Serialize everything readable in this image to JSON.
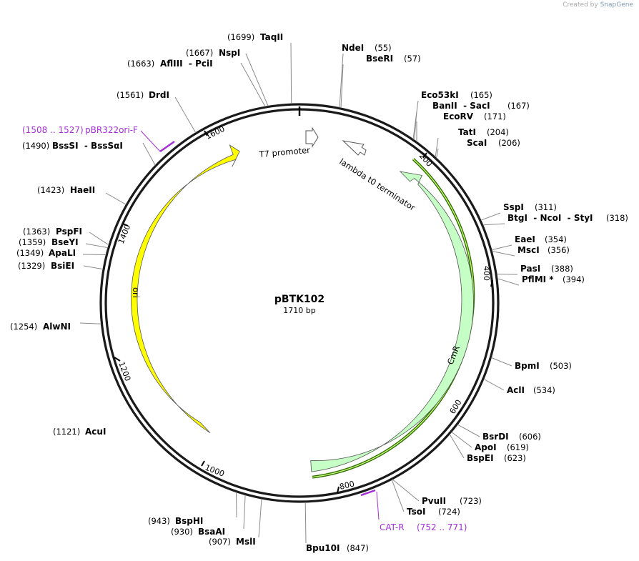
{
  "watermark": {
    "prefix": "Created by",
    "brand": "SnapGene"
  },
  "plasmid": {
    "name": "pBTK102",
    "length_label": "1710 bp",
    "length": 1710
  },
  "colors": {
    "ori": "#ffff00",
    "cmr": "#c6ffc6",
    "primer": "#a32fd9",
    "cds_outline": "#2e6b00"
  },
  "ticks": [
    "200",
    "400",
    "600",
    "800",
    "1000",
    "1200",
    "1400",
    "1600"
  ],
  "features": [
    {
      "name": "T7 promoter",
      "type": "promoter"
    },
    {
      "name": "lambda t0 terminator",
      "type": "terminator"
    },
    {
      "name": "CmR",
      "type": "cds"
    },
    {
      "name": "ori",
      "type": "rep_origin"
    }
  ],
  "primers": [
    {
      "name": "pBR322ori-F",
      "range": "(1508 .. 1527)"
    },
    {
      "name": "CAT-R",
      "range": "(752 .. 771)"
    }
  ],
  "enzymes": [
    {
      "name": "NdeI",
      "pos": "(55)"
    },
    {
      "name": "BseRI",
      "pos": "(57)"
    },
    {
      "name": "Eco53kI",
      "pos": "(165)"
    },
    {
      "name": "BanII  - SacI",
      "pos": "(167)"
    },
    {
      "name": "EcoRV",
      "pos": "(171)"
    },
    {
      "name": "TatI",
      "pos": "(204)"
    },
    {
      "name": "ScaI",
      "pos": "(206)"
    },
    {
      "name": "SspI",
      "pos": "(311)"
    },
    {
      "name": "BtgI  - NcoI  - StyI",
      "pos": "(318)"
    },
    {
      "name": "EaeI",
      "pos": "(354)"
    },
    {
      "name": "MscI",
      "pos": "(356)"
    },
    {
      "name": "PasI",
      "pos": "(388)"
    },
    {
      "name": "PflMI *",
      "pos": "(394)"
    },
    {
      "name": "BpmI",
      "pos": "(503)"
    },
    {
      "name": "AclI",
      "pos": "(534)"
    },
    {
      "name": "BsrDI",
      "pos": "(606)"
    },
    {
      "name": "ApoI",
      "pos": "(619)"
    },
    {
      "name": "BspEI",
      "pos": "(623)"
    },
    {
      "name": "PvuII",
      "pos": "(723)"
    },
    {
      "name": "TsoI",
      "pos": "(724)"
    },
    {
      "name": "Bpu10I",
      "pos": "(847)"
    },
    {
      "name": "MslI",
      "pos": "(907)"
    },
    {
      "name": "BsaAI",
      "pos": "(930)"
    },
    {
      "name": "BspHI",
      "pos": "(943)"
    },
    {
      "name": "AcuI",
      "pos": "(1121)"
    },
    {
      "name": "AlwNI",
      "pos": "(1254)"
    },
    {
      "name": "BsiEI",
      "pos": "(1329)"
    },
    {
      "name": "ApaLI",
      "pos": "(1349)"
    },
    {
      "name": "BseYI",
      "pos": "(1359)"
    },
    {
      "name": "PspFI",
      "pos": "(1363)"
    },
    {
      "name": "HaeII",
      "pos": "(1423)"
    },
    {
      "name": "BssSI  - BssSαI",
      "pos": "(1490)"
    },
    {
      "name": "DrdI",
      "pos": "(1561)"
    },
    {
      "name": "AflIII  - PciI",
      "pos": "(1663)"
    },
    {
      "name": "NspI",
      "pos": "(1667)"
    },
    {
      "name": "TaqII",
      "pos": "(1699)"
    }
  ]
}
